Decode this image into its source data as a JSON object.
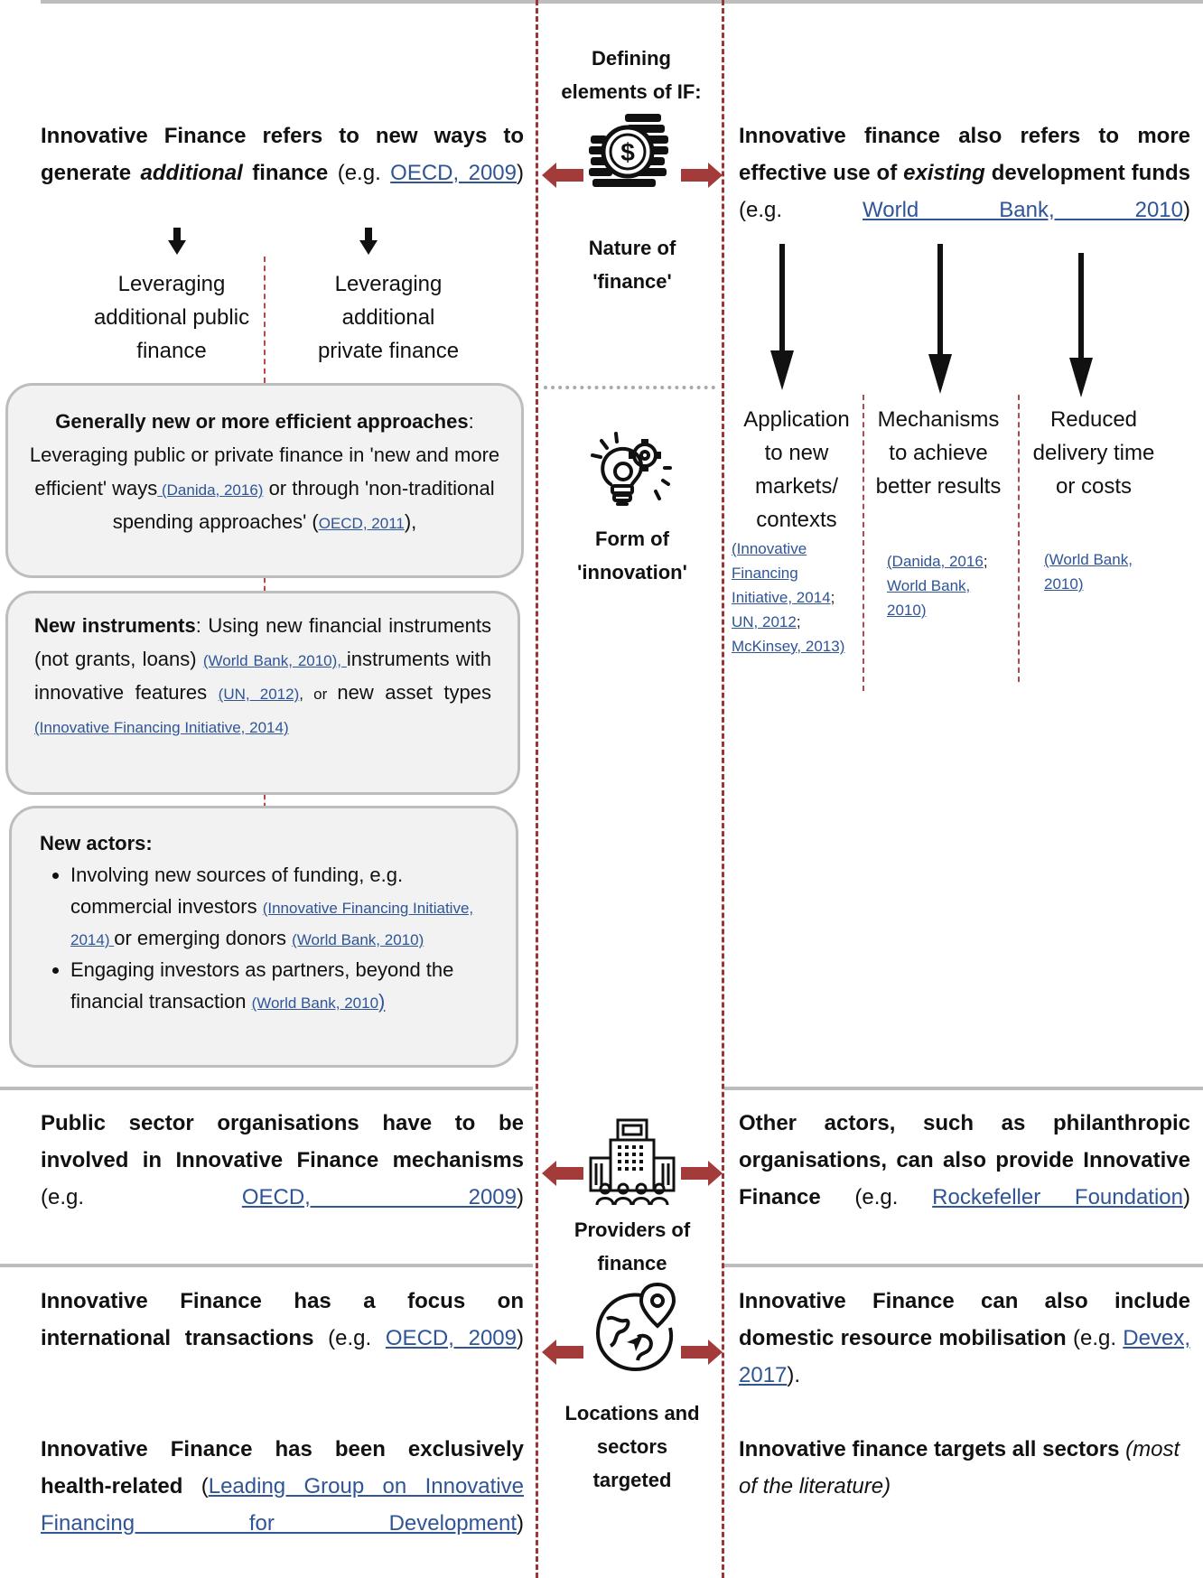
{
  "center": {
    "defining": "Defining elements of IF:",
    "nature": "Nature of 'finance'",
    "form": "Form of 'innovation'",
    "providers": "Providers of finance",
    "locations": "Locations and sectors targeted"
  },
  "finance": {
    "left_p1": "Innovative Finance refers to new ways to generate ",
    "left_em": "additional",
    "left_p2": " finance",
    "left_p3": " (e.g. ",
    "left_link": "OECD, 2009",
    "left_p4": ")",
    "right_p1": "Innovative finance also refers to more effective use of ",
    "right_em": "existing",
    "right_p2": " development funds",
    "right_p3": " (e.g. ",
    "right_link": "World Bank, 2010",
    "right_p4": ")",
    "lev_public": "Leveraging additional public finance",
    "lev_private": "Leveraging additional private finance"
  },
  "boxes": {
    "b1_title": "Generally new or more efficient approaches",
    "b1_t1": ": Leveraging public or private finance in 'new and more efficient' ways",
    "b1_l1": " (Danida, 2016)",
    "b1_t2": " or through 'non-traditional spending approaches' (",
    "b1_l2": "OECD, 2011",
    "b1_t3": "),",
    "b2_title": "New instruments",
    "b2_t1": ":  Using new financial instruments (not grants, loans) ",
    "b2_l1": "(World Bank, 2010), ",
    "b2_t2": "instruments with innovative features ",
    "b2_l2": "(UN, 2012)",
    "b2_t3": ", or ",
    "b2_t4": "new asset types ",
    "b2_l3": "(Innovative Financing Initiative, 2014)",
    "b3_title": "New actors:",
    "b3_i1_t1": "Involving new sources of funding, e.g. commercial investors ",
    "b3_i1_l1": "(Innovative Financing Initiative, 2014) ",
    "b3_i1_t2": "or emerging donors ",
    "b3_i1_l2": "(World Bank, 2010)",
    "b3_i2_t1": "Engaging investors as partners, beyond the financial transaction ",
    "b3_i2_l1": "(World Bank, 2010",
    "b3_i2_t2": ")"
  },
  "columns": {
    "c1_text": "Application to new markets/ contexts",
    "c1_l1": "(Innovative Financing Initiative, 2014",
    "c1_s1": ";",
    "c1_l2": "UN, 2012",
    "c1_s2": ";",
    "c1_l3": "McKinsey, 2013)",
    "c2_text": "Mechanisms to achieve better results",
    "c2_l1": "(Danida, 2016",
    "c2_s1": ";",
    "c2_l2": "World Bank, 2010)",
    "c3_text": "Reduced delivery time or costs",
    "c3_l1": "(World Bank, 2010)"
  },
  "providers": {
    "left_b": "Public sector organisations have to be involved in Innovative Finance mechanisms",
    "left_t1": " (e.g. ",
    "left_link": "OECD, 2009",
    "left_t2": ")",
    "right_b1": "Other actors, such as philanthropic organisations, can also provide Innovative Finance",
    "right_t1": " (e.g. ",
    "right_link": "Rockefeller Foundation",
    "right_t2": ")"
  },
  "locations": {
    "l1_b": "Innovative Finance has a focus on international transactions",
    "l1_t1": " (e.g. ",
    "l1_link": "OECD, 2009",
    "l1_t2": ")",
    "r1_b": "Innovative Finance can also include domestic resource mobilisation",
    "r1_t1": " (e.g. ",
    "r1_link": "Devex, 2017",
    "r1_t2": ").",
    "l2_b": "Innovative Finance has been exclusively health-related",
    "l2_t1": " (",
    "l2_link": "Leading Group on Innovative Financing for Development",
    "l2_t2": ")",
    "r2_b": "Innovative finance targets all sectors ",
    "r2_i": "(most of the literature)"
  },
  "colors": {
    "accent_red": "#a33b3b",
    "link": "#2f5597",
    "rule": "#bdbdbd",
    "box_bg": "#f2f2f2"
  },
  "icons": [
    "money-icon",
    "gear-bulb-icon",
    "building-people-icon",
    "globe-pin-icon"
  ]
}
